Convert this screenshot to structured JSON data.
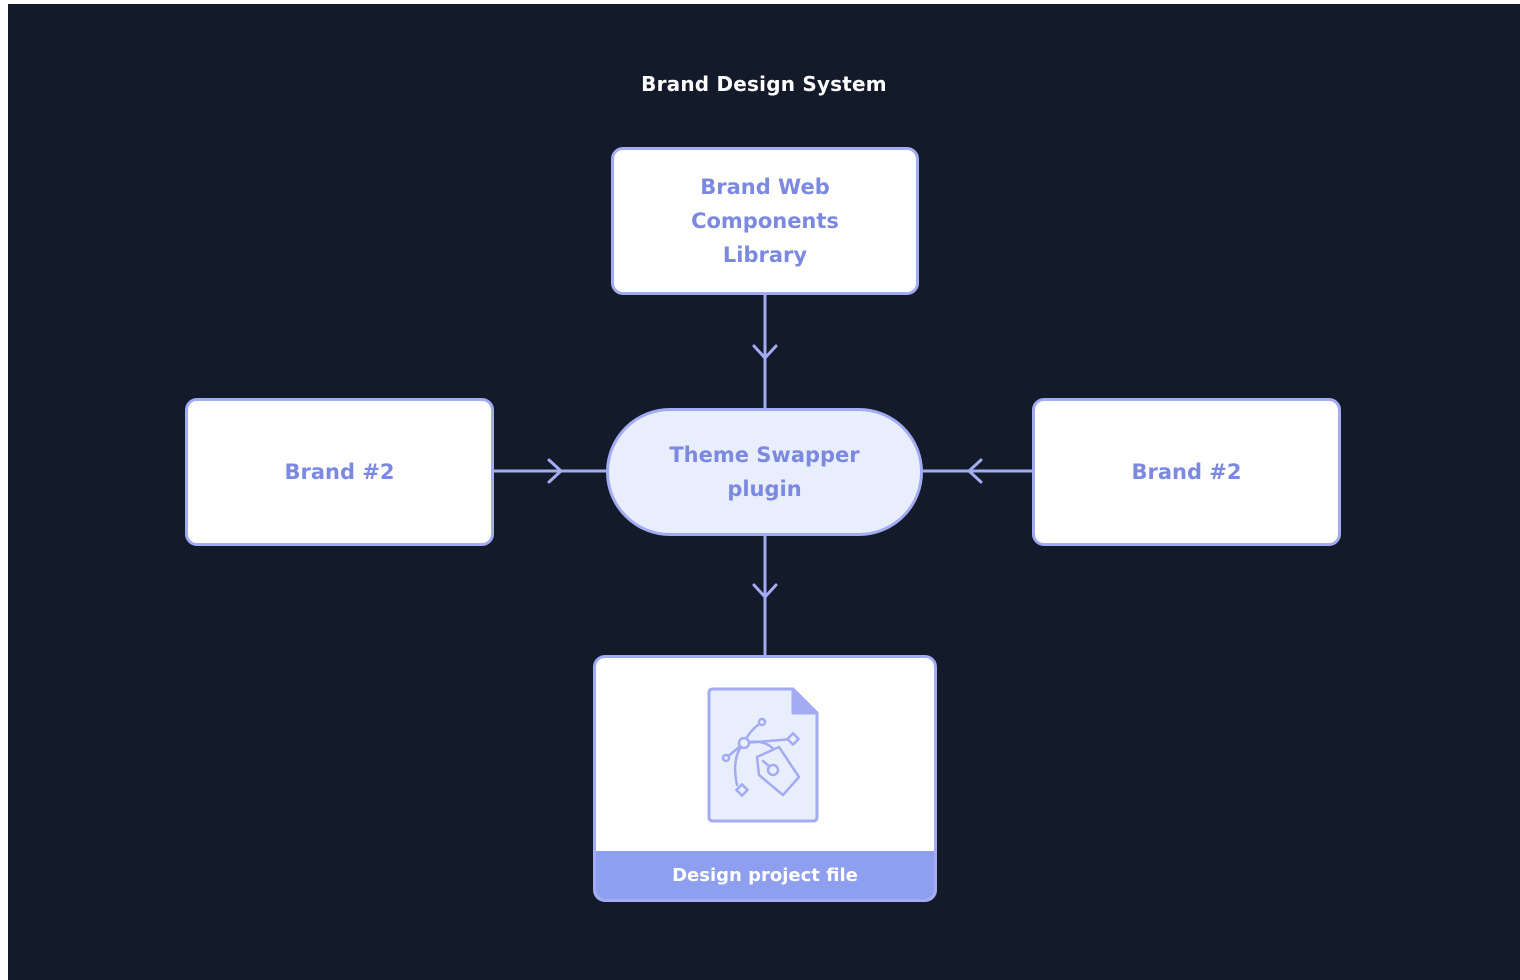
{
  "title": "Brand Design System",
  "nodes": {
    "top": {
      "lines": [
        "Brand Web",
        "Components",
        "Library"
      ]
    },
    "center": {
      "lines": [
        "Theme Swapper",
        "plugin"
      ]
    },
    "left": {
      "label": "Brand #2"
    },
    "right": {
      "label": "Brand #2"
    },
    "bottom": {
      "label": "Design project file",
      "icon": "vector-pen-file-icon"
    }
  },
  "colors": {
    "background": "#131a2a",
    "accent": "#a3acf3",
    "node_text": "#7c89e0",
    "pill_fill": "#e9eefc",
    "footer": "#8f9ff0"
  }
}
